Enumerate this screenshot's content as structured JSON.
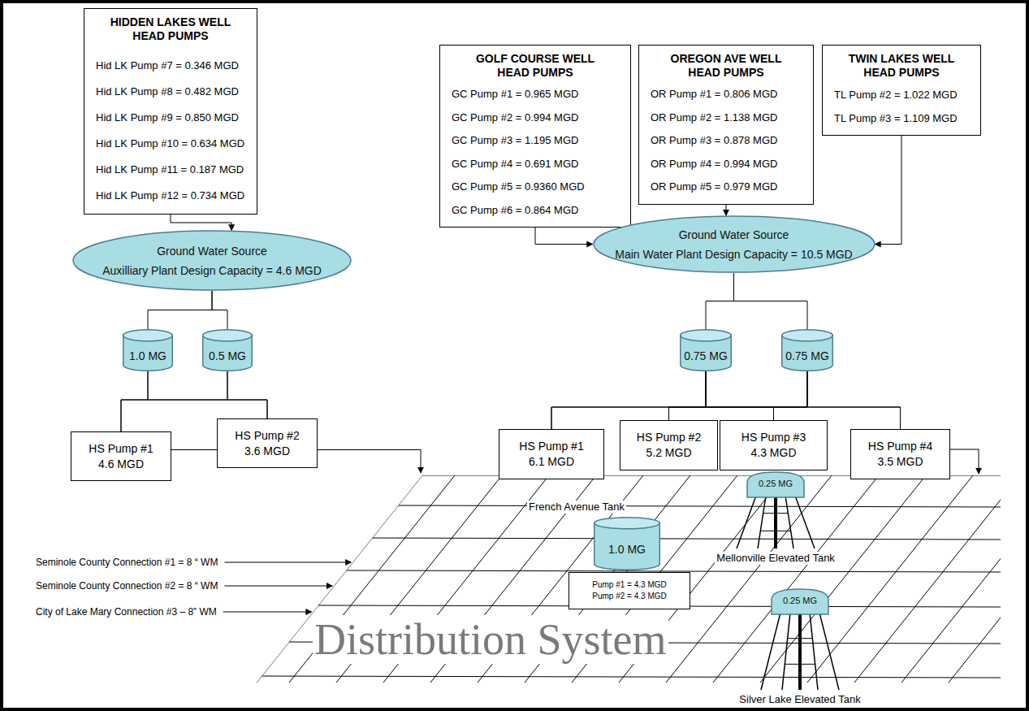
{
  "diagram": {
    "nodes": [
      {
        "text": [
          "HIDDEN LAKES WELL HEAD PUMPS",
          "Hid LK Pump #7 = 0.346 MGD",
          "Hid LK Pump #8 = 0.482 MGD",
          "Hid LK Pump #9 = 0.850 MGD",
          "Hid LK Pump #10 = 0.634 MGD",
          "Hid LK Pump #11 = 0.187 MGD",
          "Hid LK Pump #12 = 0.734 MGD"
        ]
      },
      {
        "text": [
          "GOLF COURSE WELL HEAD PUMPS",
          "GC Pump #1 = 0.965 MGD",
          "GC Pump #2 = 0.994 MGD",
          "GC Pump #3 = 1.195 MGD",
          "GC Pump #4 = 0.691 MGD",
          "GC Pump #5 = 0.9360 MGD",
          "GC Pump #6 = 0.864 MGD"
        ]
      },
      {
        "text": [
          "OREGON AVE WELL HEAD PUMPS",
          "OR Pump #1 = 0.806 MGD",
          "OR Pump #2 = 1.138 MGD",
          "OR Pump #3 = 0.878 MGD",
          "OR Pump #4 = 0.994 MGD",
          "OR Pump #5 = 0.979 MGD"
        ]
      },
      {
        "text": [
          "TWIN LAKES WELL HEAD PUMPS",
          "TL Pump #2 = 1.022 MGD",
          "TL Pump #3 = 1.109 MGD"
        ]
      },
      {
        "text": [
          "Ground Water Source",
          "Auxilliary Plant Design Capacity = 4.6 MGD"
        ]
      },
      {
        "text": [
          "Ground Water Source",
          "Main Water Plant Design Capacity = 10.5 MGD"
        ]
      },
      {
        "text": [
          "1.0 MG"
        ]
      },
      {
        "text": [
          "0.5 MG"
        ]
      },
      {
        "text": [
          "0.75 MG"
        ]
      },
      {
        "text": [
          "0.75 MG"
        ]
      },
      {
        "text": [
          "HS Pump #1",
          "4.6 MGD"
        ]
      },
      {
        "text": [
          "HS Pump #2",
          "3.6 MGD"
        ]
      },
      {
        "text": [
          "HS Pump #1",
          "6.1 MGD"
        ]
      },
      {
        "text": [
          "HS Pump #2",
          "5.2 MGD"
        ]
      },
      {
        "text": [
          "HS Pump #3",
          "4.3 MGD"
        ]
      },
      {
        "text": [
          "HS Pump #4",
          "3.5 MGD"
        ]
      },
      {
        "text": [
          "1.0 MG"
        ]
      },
      {
        "text": [
          "Pump #1 = 4.3 MGD",
          "Pump #2 = 4.3 MGD"
        ]
      },
      {
        "text": [
          "0.25 MG",
          "Mellonville Elevated Tank"
        ]
      },
      {
        "text": [
          "0.25 MG",
          "Silver Lake Elevated Tank"
        ]
      }
    ],
    "edges": [
      {
        "from": 0,
        "to": 4,
        "arrow": "to"
      },
      {
        "from": 1,
        "to": 5,
        "arrow": "to"
      },
      {
        "from": 2,
        "to": 5,
        "arrow": "to"
      },
      {
        "from": 3,
        "to": 5,
        "arrow": "to"
      },
      {
        "from": 4,
        "to": 6,
        "arrow": "none"
      },
      {
        "from": 4,
        "to": 7,
        "arrow": "none"
      },
      {
        "from": 5,
        "to": 8,
        "arrow": "none"
      },
      {
        "from": 5,
        "to": 9,
        "arrow": "none"
      },
      {
        "from": 6,
        "to": 10,
        "arrow": "none"
      },
      {
        "from": 6,
        "to": 11,
        "arrow": "none"
      },
      {
        "from": 7,
        "to": 10,
        "arrow": "none"
      },
      {
        "from": 7,
        "to": 11,
        "arrow": "none"
      },
      {
        "from": 8,
        "to": 12,
        "arrow": "none"
      },
      {
        "from": 8,
        "to": 13,
        "arrow": "none"
      },
      {
        "from": 8,
        "to": 14,
        "arrow": "none"
      },
      {
        "from": 8,
        "to": 15,
        "arrow": "none"
      },
      {
        "from": 9,
        "to": 12,
        "arrow": "none"
      },
      {
        "from": 9,
        "to": 13,
        "arrow": "none"
      },
      {
        "from": 9,
        "to": 14,
        "arrow": "none"
      },
      {
        "from": 9,
        "to": 15,
        "arrow": "none"
      },
      {
        "from": 10,
        "to": 11,
        "arrow": "none"
      },
      {
        "from": 16,
        "to": 17,
        "arrow": "none"
      }
    ],
    "labels": [
      "French Avenue Tank",
      "Seminole County Connection #1 = 8 “ WM",
      "Seminole County Connection #2 = 8 “ WM",
      "City of Lake Mary Connection #3 – 8” WM",
      "Distribution System"
    ]
  }
}
